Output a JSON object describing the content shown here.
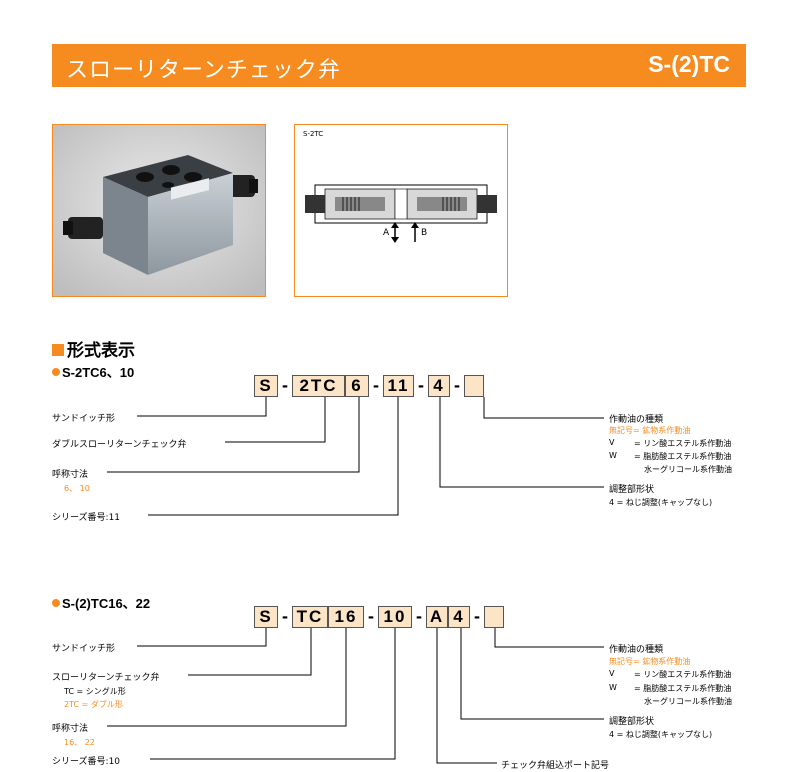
{
  "header": {
    "title": "スローリターンチェック弁",
    "model": "S-(2)TC"
  },
  "photo": {
    "alt_label": ""
  },
  "diagram": {
    "label": "S-2TC",
    "port_a": "A",
    "port_b": "B"
  },
  "section_title": "形式表示",
  "model1": {
    "subtitle": "S-2TC6、10",
    "boxes": [
      "S",
      "2TC",
      "6",
      "11",
      "4",
      ""
    ],
    "labels": {
      "sandwich": "サンドイッチ形",
      "double": "ダブルスローリターンチェック弁",
      "nominal": "呼称寸法",
      "nominal_values": "6、 10",
      "series": "シリーズ番号:11"
    },
    "fluid": {
      "title": "作動油の種類",
      "none": "無記号= 鉱物系作動油",
      "v_key": "V",
      "v_val": "= リン酸エステル系作動油",
      "w_key": "W",
      "w_val": "= 脂肪酸エステル系作動油",
      "w_val2": "水ーグリコール系作動油"
    },
    "adjust": {
      "title": "調整部形状",
      "value": "4 = ねじ調整(キャップなし)"
    }
  },
  "model2": {
    "subtitle": "S-(2)TC16、22",
    "boxes": [
      "S",
      "TC",
      "16",
      "10",
      "A",
      "4",
      ""
    ],
    "labels": {
      "sandwich": "サンドイッチ形",
      "slow": "スローリターンチェック弁",
      "tc_single": "TC  = シングル形",
      "tc_double": "2TC = ダブル形",
      "nominal": "呼称寸法",
      "nominal_values": "16、 22",
      "series": "シリーズ番号:10",
      "port": "チェック弁組込ポート記号"
    },
    "fluid": {
      "title": "作動油の種類",
      "none": "無記号= 鉱物系作動油",
      "v_key": "V",
      "v_val": "= リン酸エステル系作動油",
      "w_key": "W",
      "w_val": "= 脂肪酸エステル系作動油",
      "w_val2": "水ーグリコール系作動油"
    },
    "adjust": {
      "title": "調整部形状",
      "value": "4 = ねじ調整(キャップなし)"
    }
  }
}
